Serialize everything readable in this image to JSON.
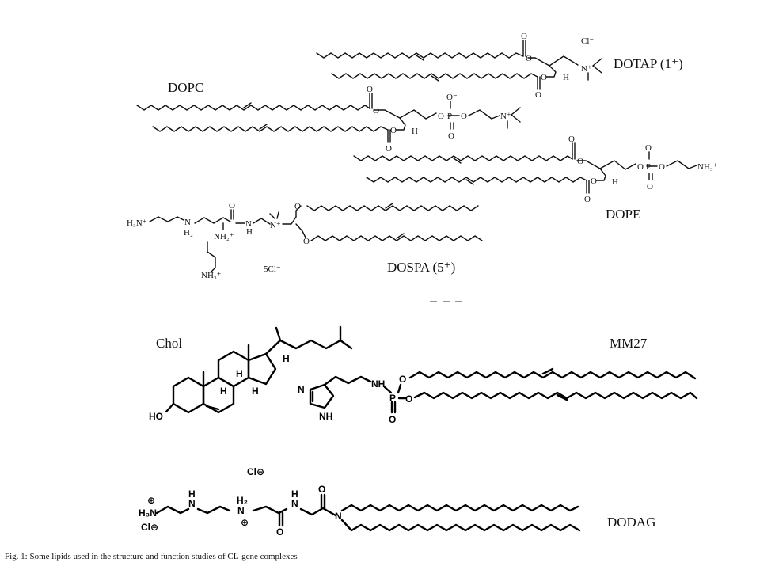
{
  "figure": {
    "caption": "Fig. 1:  Some lipids used in the structure and function studies of CL-gene complexes"
  },
  "molecules": {
    "dotap": {
      "name": "DOTAP (1⁺)",
      "counterion": "Cl⁻",
      "atoms": [
        "O",
        "O",
        "O",
        "O",
        "H",
        "N⁺"
      ]
    },
    "dopc": {
      "name": "DOPC",
      "atoms": [
        "O",
        "O",
        "O",
        "O",
        "H",
        "O",
        "O⁻",
        "P",
        "O",
        "O",
        "N⁺"
      ]
    },
    "dope": {
      "name": "DOPE",
      "atoms": [
        "O",
        "O",
        "O",
        "O",
        "H",
        "O",
        "O⁻",
        "P",
        "O",
        "O",
        "NH₃⁺"
      ]
    },
    "dospa": {
      "name": "DOSPA (5⁺)",
      "counterion": "5Cl⁻",
      "atoms": [
        "H₃N⁺",
        "N",
        "H₂",
        "O",
        "N",
        "H",
        "NH₂⁺",
        "NH₃⁺",
        "N⁺",
        "O",
        "O"
      ]
    },
    "chol": {
      "name": "Chol",
      "atoms": [
        "HO",
        "H",
        "H",
        "H",
        "H"
      ]
    },
    "mm27": {
      "name": "MM27",
      "atoms": [
        "N",
        "NH",
        "NH",
        "P",
        "O",
        "O",
        "O"
      ]
    },
    "dodag": {
      "name": "DODAG",
      "atoms": [
        "Cl⊖",
        "Cl⊖",
        "H₃N",
        "⊕",
        "N",
        "H",
        "H₂",
        "N",
        "⊕",
        "N",
        "H",
        "O",
        "O",
        "N"
      ]
    }
  }
}
